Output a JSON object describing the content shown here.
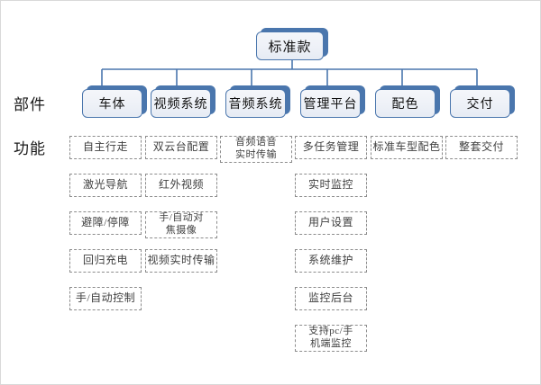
{
  "diagram": {
    "type": "tree",
    "root": {
      "label": "标准款"
    },
    "row_labels": [
      {
        "key": "parts",
        "label": "部件"
      },
      {
        "key": "function",
        "label": "功能"
      }
    ],
    "colors": {
      "node_accent": "#4a76ad",
      "node_fill": "#eef1f7",
      "leaf_border": "#8c8c8c",
      "leaf_text": "#3f3f3f",
      "connector": "#4a76ad",
      "page_border": "#d9d9d9",
      "background": "#ffffff"
    },
    "columns": [
      {
        "node": "车体",
        "items": [
          {
            "lines": [
              "自主行走"
            ]
          },
          {
            "lines": [
              "激光导航"
            ]
          },
          {
            "lines": [
              "避障/停障"
            ]
          },
          {
            "lines": [
              "回归充电"
            ]
          },
          {
            "lines": [
              "手/自动控制"
            ]
          }
        ]
      },
      {
        "node": "视频系统",
        "items": [
          {
            "lines": [
              "双云台配置"
            ]
          },
          {
            "lines": [
              "红外视频"
            ]
          },
          {
            "lines": [
              "手/自动对",
              "焦摄像"
            ]
          },
          {
            "lines": [
              "视频实时传输"
            ]
          }
        ]
      },
      {
        "node": "音频系统",
        "items": [
          {
            "lines": [
              "音频语音",
              "实时传输"
            ]
          }
        ]
      },
      {
        "node": "管理平台",
        "items": [
          {
            "lines": [
              "多任务管理"
            ]
          },
          {
            "lines": [
              "实时监控"
            ]
          },
          {
            "lines": [
              "用户设置"
            ]
          },
          {
            "lines": [
              "系统维护"
            ]
          },
          {
            "lines": [
              "监控后台"
            ]
          },
          {
            "lines": [
              "支持pc/手",
              "机端监控"
            ]
          }
        ]
      },
      {
        "node": "配色",
        "items": [
          {
            "lines": [
              "标准车型配色"
            ]
          }
        ]
      },
      {
        "node": "交付",
        "items": [
          {
            "lines": [
              "整套交付"
            ]
          }
        ]
      }
    ]
  }
}
